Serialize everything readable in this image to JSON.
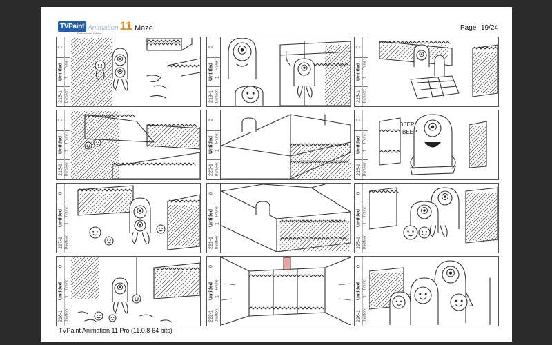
{
  "header": {
    "logo": {
      "brand": "TVPaint",
      "product": "Animation",
      "version": "11",
      "edition": "Professional Edition"
    },
    "title": "Maze",
    "page_label": "Page",
    "page_number": "19/24"
  },
  "footer": {
    "text": "TVPaint Animation 11 Pro (11.0.8-64 bits)"
  },
  "labels": {
    "title": "Untitled",
    "frame": "Frame:",
    "duration": "Duration:"
  },
  "panels": [
    {
      "id": "215-1",
      "frame": "0",
      "duration": "1"
    },
    {
      "id": "216-1",
      "frame": "0",
      "duration": "1"
    },
    {
      "id": "217-1",
      "frame": "0",
      "duration": "1"
    },
    {
      "id": "218-1",
      "frame": "0",
      "duration": "1"
    },
    {
      "id": "219-1",
      "frame": "0",
      "duration": "1"
    },
    {
      "id": "220-1",
      "frame": "0",
      "duration": "1"
    },
    {
      "id": "221-1",
      "frame": "0",
      "duration": "1"
    },
    {
      "id": "222-1",
      "frame": "0",
      "duration": "1"
    },
    {
      "id": "223-1",
      "frame": "0",
      "duration": "1"
    },
    {
      "id": "226-1",
      "frame": "0",
      "duration": "1"
    },
    {
      "id": "225-1",
      "frame": "0",
      "duration": "1"
    },
    {
      "id": "226-1",
      "frame": "0",
      "duration": "1"
    }
  ],
  "sketch_text": {
    "beep1": "BEEP",
    "beep2": "BEEP"
  }
}
